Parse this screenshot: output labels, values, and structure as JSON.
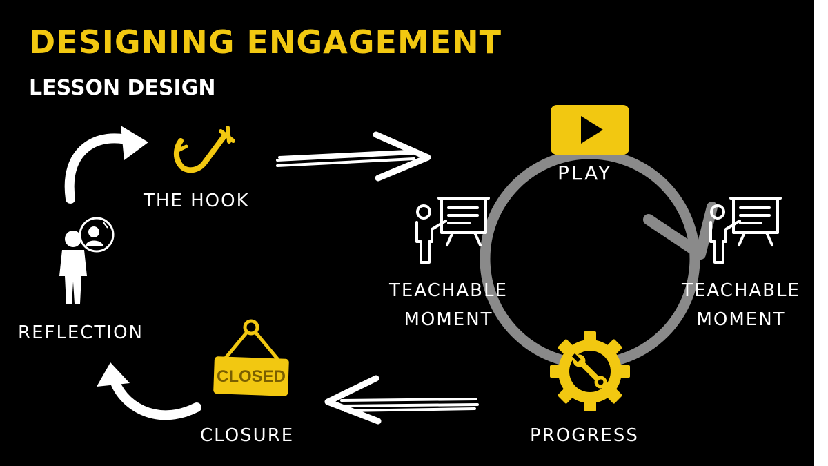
{
  "title": "DESIGNING ENGAGEMENT",
  "subtitle": "LESSON DESIGN",
  "steps": {
    "hook": "THE HOOK",
    "play": "PLAY",
    "teachable_left": [
      "TEACHABLE",
      "MOMENT"
    ],
    "teachable_right": [
      "TEACHABLE",
      "MOMENT"
    ],
    "progress": "PROGRESS",
    "closure": "CLOSURE",
    "reflection": "REFLECTION"
  },
  "sign_text": "CLOSED",
  "icons": [
    "fish-hook-icon",
    "play-button-icon",
    "presenter-board-icon",
    "gear-wrench-icon",
    "closed-sign-icon",
    "person-reflection-icon",
    "curved-arrow-icon",
    "straight-arrow-icon",
    "cycle-arrow-icon"
  ],
  "colors": {
    "background": "#000000",
    "accent": "#f2c811",
    "text": "#ffffff",
    "cycle": "#8a8a8a"
  }
}
